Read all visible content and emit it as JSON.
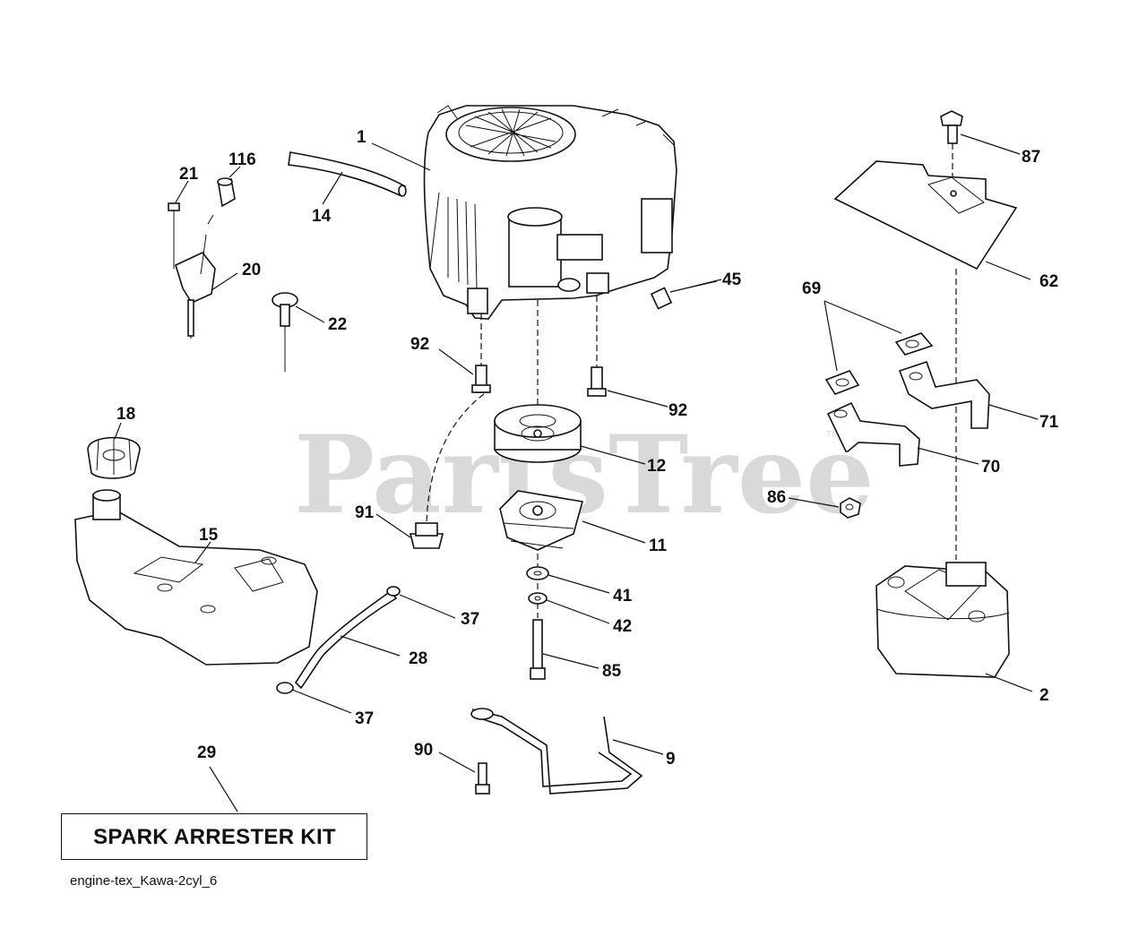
{
  "watermark": {
    "text": "PartsTree",
    "trademark": "TM"
  },
  "callouts": {
    "c1": "1",
    "c14": "14",
    "c116": "116",
    "c21": "21",
    "c20": "20",
    "c22": "22",
    "c45": "45",
    "c92a": "92",
    "c92b": "92",
    "c87": "87",
    "c62": "62",
    "c69": "69",
    "c71": "71",
    "c70": "70",
    "c18": "18",
    "c15": "15",
    "c91": "91",
    "c12": "12",
    "c11": "11",
    "c86": "86",
    "c41": "41",
    "c42": "42",
    "c85": "85",
    "c37a": "37",
    "c37b": "37",
    "c28": "28",
    "c2": "2",
    "c29": "29",
    "c90": "90",
    "c9": "9"
  },
  "kit_label": "SPARK ARRESTER KIT",
  "caption": "engine-tex_Kawa-2cyl_6"
}
